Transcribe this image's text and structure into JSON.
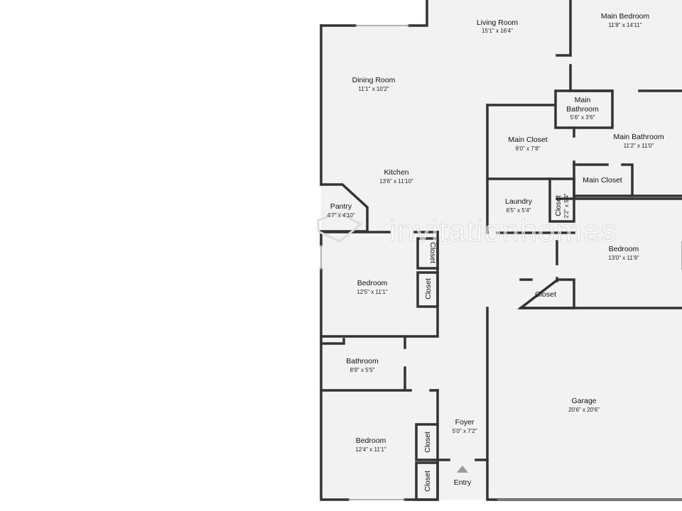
{
  "watermark": "invitationhomes",
  "entry_marker": "Entry",
  "rooms": {
    "living_room": {
      "name": "Living Room",
      "dims": "15'1\" x 16'4\""
    },
    "main_bedroom": {
      "name": "Main Bedroom",
      "dims": "11'8\" x 14'11\""
    },
    "dining_room": {
      "name": "Dining Room",
      "dims": "11'1\" x 10'2\""
    },
    "main_bathroom_small": {
      "name_line1": "Main",
      "name_line2": "Bathroom",
      "dims": "5'6\" x 3'6\""
    },
    "main_closet": {
      "name": "Main Closet",
      "dims": "9'0\" x 7'8\""
    },
    "main_bathroom": {
      "name": "Main Bathroom",
      "dims": "11'2\" x 11'0\""
    },
    "main_closet_2": {
      "name": "Main Closet"
    },
    "kitchen": {
      "name": "Kitchen",
      "dims": "13'6\" x 11'10\""
    },
    "pantry": {
      "name": "Pantry",
      "dims": "4'7\" x 4'10\""
    },
    "laundry": {
      "name": "Laundry",
      "dims": "6'5\" x 5'4\""
    },
    "laundry_closet": {
      "name": "Closet",
      "dims": "2'2\" x 5'4\""
    },
    "bedroom_east": {
      "name": "Bedroom",
      "dims": "13'0\" x 11'9\""
    },
    "bedroom_east_closet": {
      "name": "Closet"
    },
    "bedroom_west": {
      "name": "Bedroom",
      "dims": "12'5\" x 11'1\""
    },
    "bedroom_west_closet_1": {
      "name": "Closet"
    },
    "bedroom_west_closet_2": {
      "name": "Closet"
    },
    "bathroom": {
      "name": "Bathroom",
      "dims": "8'9\" x 5'5\""
    },
    "garage": {
      "name": "Garage",
      "dims": "20'6\" x 20'6\""
    },
    "foyer": {
      "name": "Foyer",
      "dims": "5'0\" x 7'2\""
    },
    "bedroom_south": {
      "name": "Bedroom",
      "dims": "12'4\" x 11'1\""
    },
    "bedroom_south_closet_1": {
      "name": "Closet"
    },
    "bedroom_south_closet_2": {
      "name": "Closet"
    }
  }
}
